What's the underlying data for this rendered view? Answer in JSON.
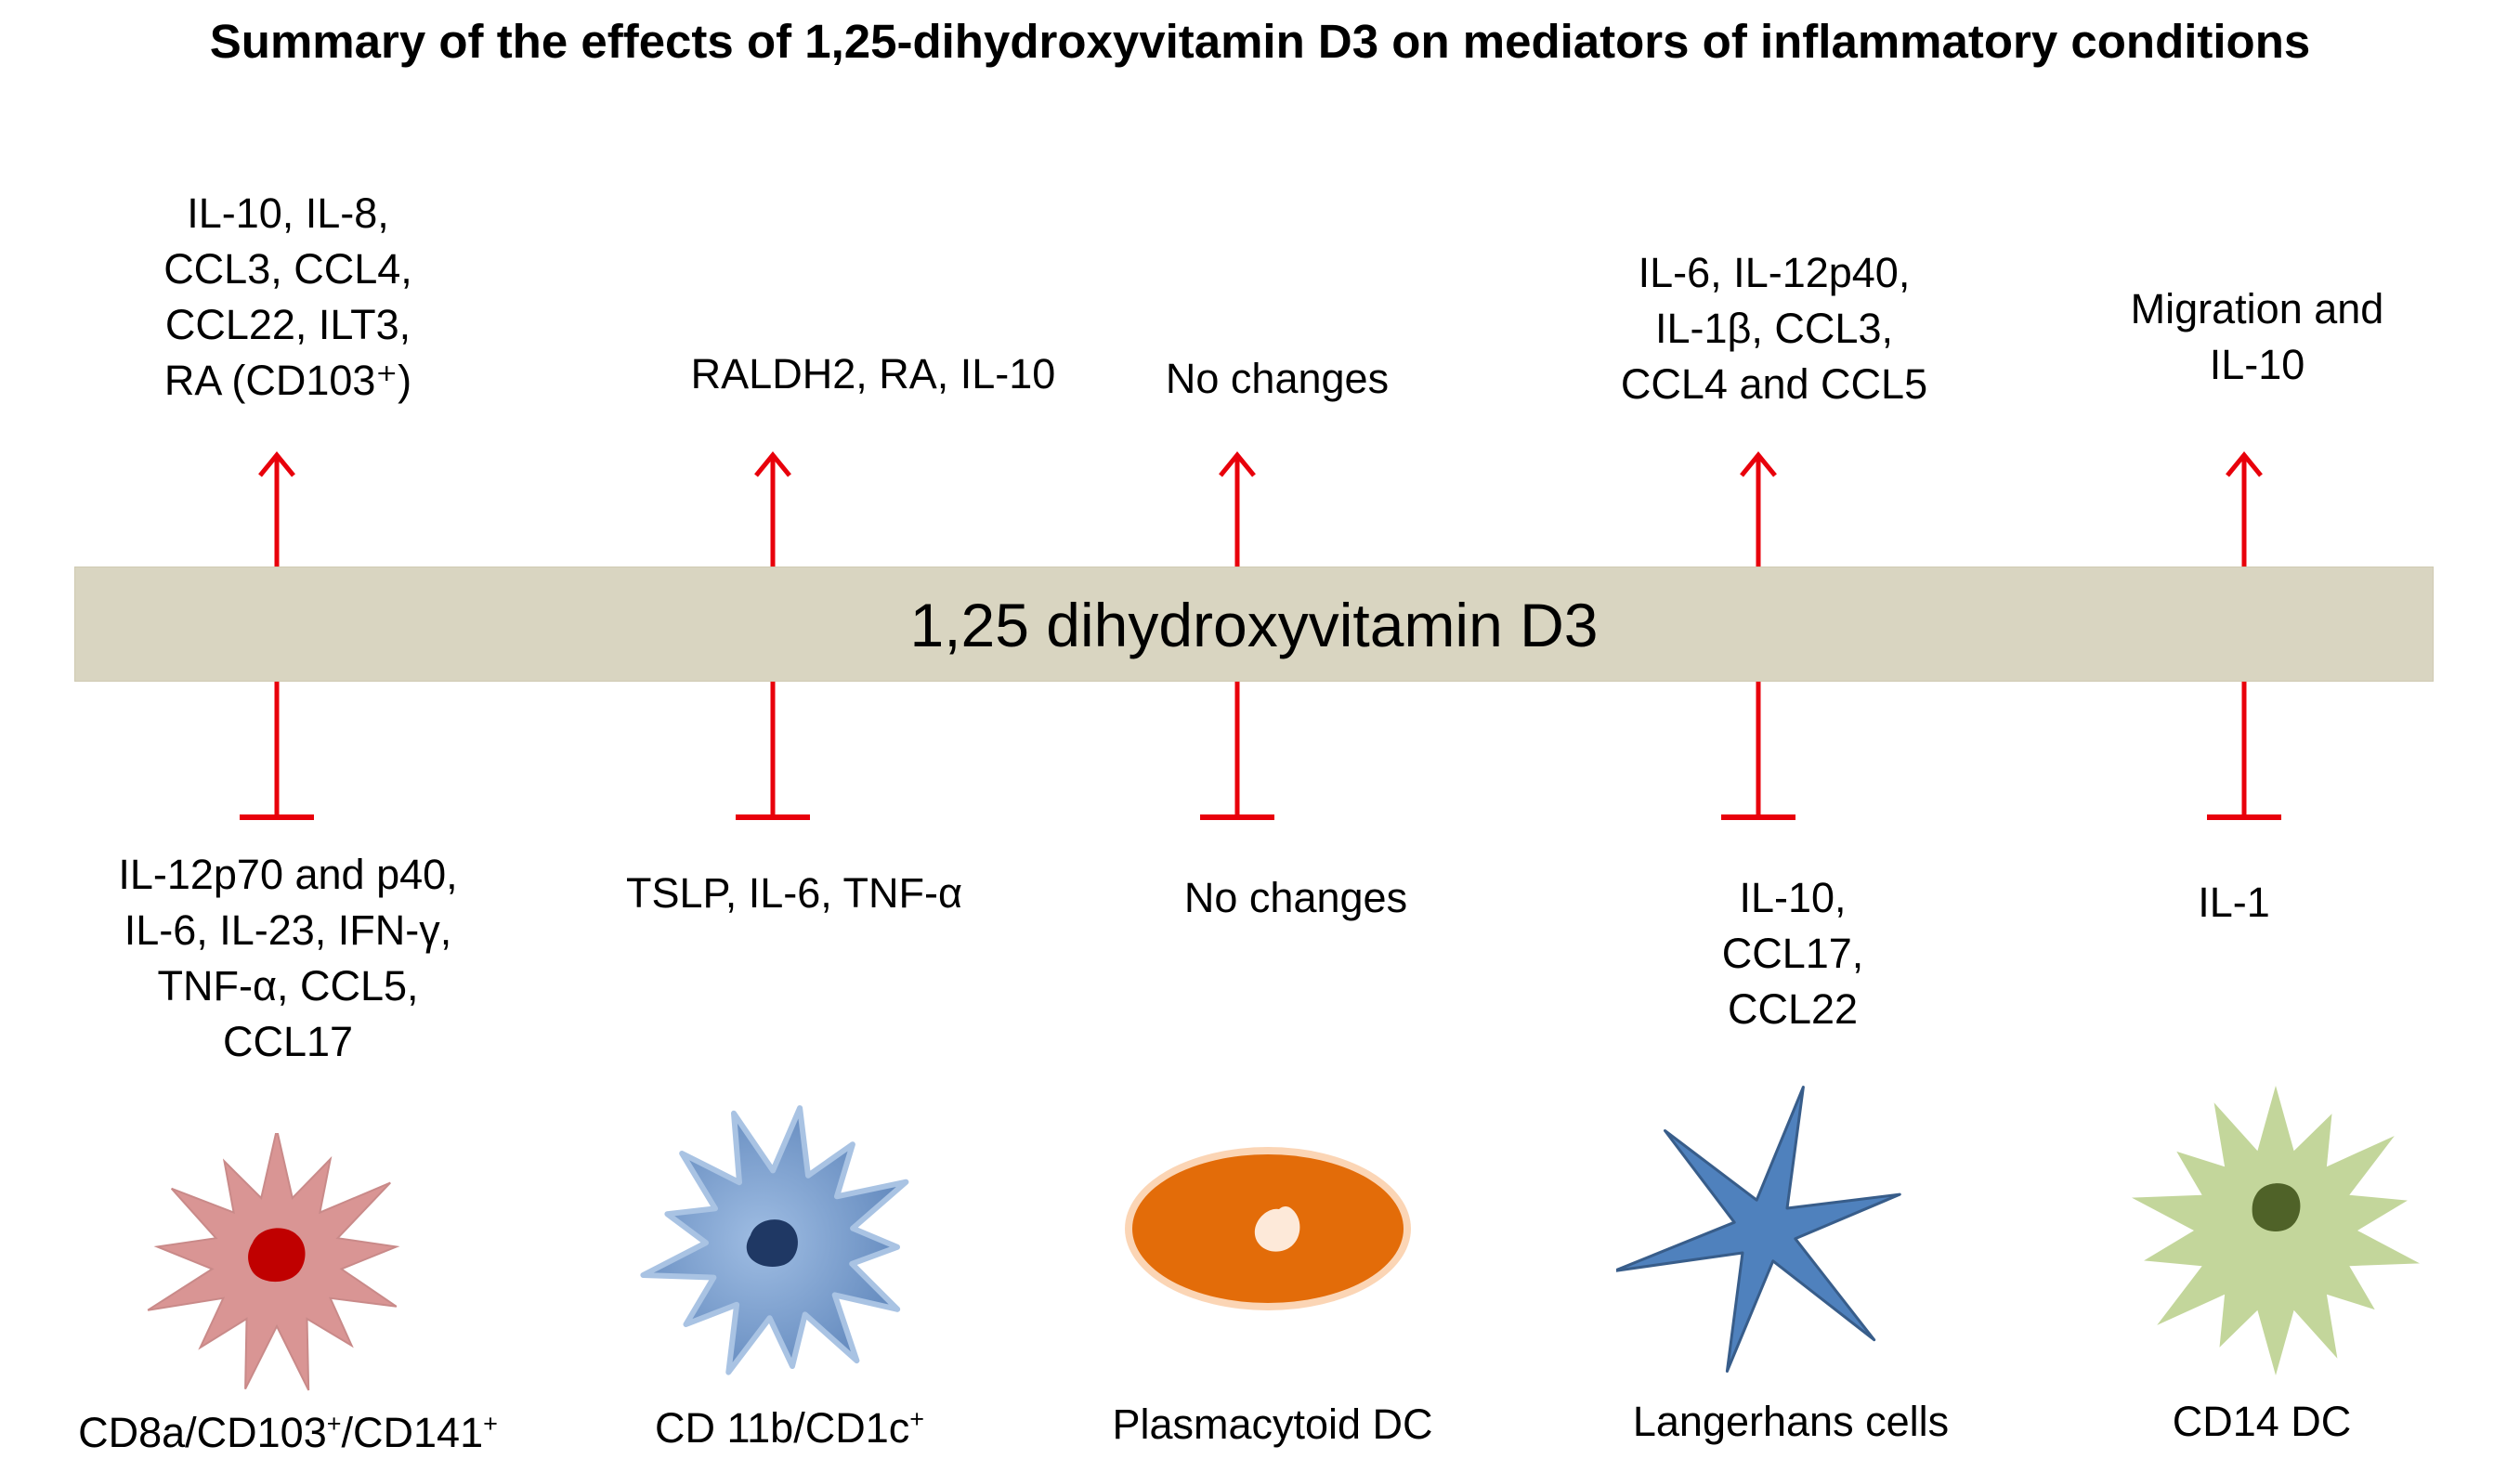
{
  "title": "Summary of the effects of 1,25-dihydroxyvitamin D3 on mediators of inflammatory conditions",
  "central_bar": {
    "label": "1,25 dihydroxyvitamin D3",
    "color": "#d9d5c1"
  },
  "arrow_color": "#e8000b",
  "columns": [
    {
      "up_effects": "IL-10, IL-8,\nCCL3, CCL4,\nCCL22, ILT3,\nRA (CD103⁺)",
      "down_effects": "IL-12p70 and p40,\nIL-6, IL-23, IFN-γ,\nTNF-α, CCL5,\nCCL17",
      "cell_name_main": "CD8a/CD103",
      "cell_name_sup1": "+",
      "cell_name_mid": "/CD141",
      "cell_name_sup2": "+",
      "cell_color": "#d99594",
      "nucleus_color": "#c00000"
    },
    {
      "up_effects": "RALDH2, RA, IL-10",
      "down_effects": "TSLP, IL-6, TNF-α",
      "cell_name_main": "CD 11b/CD1c",
      "cell_name_sup1": "+",
      "cell_color": "#6f97c9",
      "nucleus_color": "#1f3864"
    },
    {
      "up_effects": "No changes",
      "down_effects": "No changes",
      "cell_name_main": "Plasmacytoid DC",
      "cell_color": "#e36c09",
      "nucleus_color": "#fde9d9"
    },
    {
      "up_effects": "IL-6, IL-12p40,\nIL-1β, CCL3,\nCCL4 and CCL5",
      "down_effects": "IL-10,\nCCL17,\nCCL22",
      "cell_name_main": "Langerhans cells",
      "cell_color": "#4f81bd"
    },
    {
      "up_effects": "Migration and\nIL-10",
      "down_effects": "IL-1",
      "cell_name_main": "CD14 DC",
      "cell_color": "#c3d69b",
      "nucleus_color": "#4f6228"
    }
  ]
}
